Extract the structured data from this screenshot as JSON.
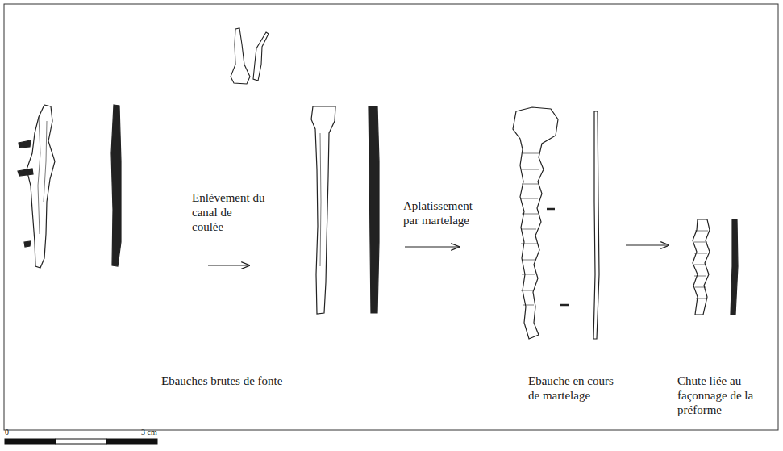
{
  "diagram": {
    "labels": [
      "Enlèvement du canal de coulée",
      "Aplatissement par martelage",
      "Ebauches brutes de fonte",
      "Ebauche en cours de martelage",
      "Chute liée au façonnage de la préforme",
      "0",
      "3 cm"
    ]
  }
}
